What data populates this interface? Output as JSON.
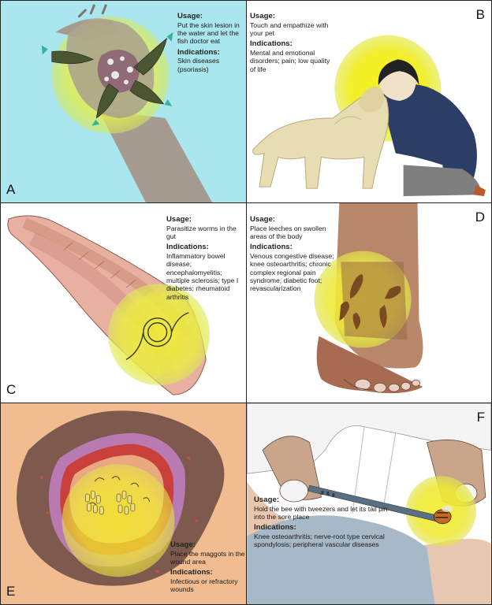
{
  "panels": {
    "a": {
      "letter": "A",
      "usage_heading": "Usage:",
      "usage_text": "Put the skin lesion in the water and let the fish doctor eat",
      "indications_heading": "Indications:",
      "indications_text": "Skin diseases (psoriasis)",
      "bg_color": "#a9e6ee"
    },
    "b": {
      "letter": "B",
      "usage_heading": "Usage:",
      "usage_text": "Touch and empathize with your pet",
      "indications_heading": "Indications:",
      "indications_text": "Mental and emotional disorders; pain; low quality of life",
      "bg_color": "#ffffff"
    },
    "c": {
      "letter": "C",
      "usage_heading": "Usage:",
      "usage_text": "Parasitize worms in the gut",
      "indications_heading": "Indications:",
      "indications_text": "Inflammatory bowel disease; encephalomyelitis; multiple sclerosis; type I diabetes; rheumatoid arthritis",
      "bg_color": "#ffffff"
    },
    "d": {
      "letter": "D",
      "usage_heading": "Usage:",
      "usage_text": "Place leeches on swollen areas of the body",
      "indications_heading": "Indications:",
      "indications_text": "Venous congestive disease; knee osteoarthritis; chronic complex regional pain syndrome; diabetic foot; revascularization",
      "bg_color": "#ffffff"
    },
    "e": {
      "letter": "E",
      "usage_heading": "Usage:",
      "usage_text": "Place the maggots in the wound area",
      "indications_heading": "Indications:",
      "indications_text": "Infectious or refractory wounds",
      "bg_color": "#f0bc90"
    },
    "f": {
      "letter": "F",
      "usage_heading": "Usage:",
      "usage_text": "Hold the bee with tweezers and let its tail pin into the sore place",
      "indications_heading": "Indications:",
      "indications_text": "Knee osteoarthritis; nerve-root type cervical spondylosis; peripheral vascular diseases",
      "bg_color": "#ffffff"
    }
  },
  "colors": {
    "glow_yellow": "#f2f23a",
    "skin": "#b9a186",
    "dog": "#e8dcb2",
    "shirt_navy": "#2c3e66",
    "leech": "#7a4a1e",
    "maggot": "#f0e07a"
  }
}
